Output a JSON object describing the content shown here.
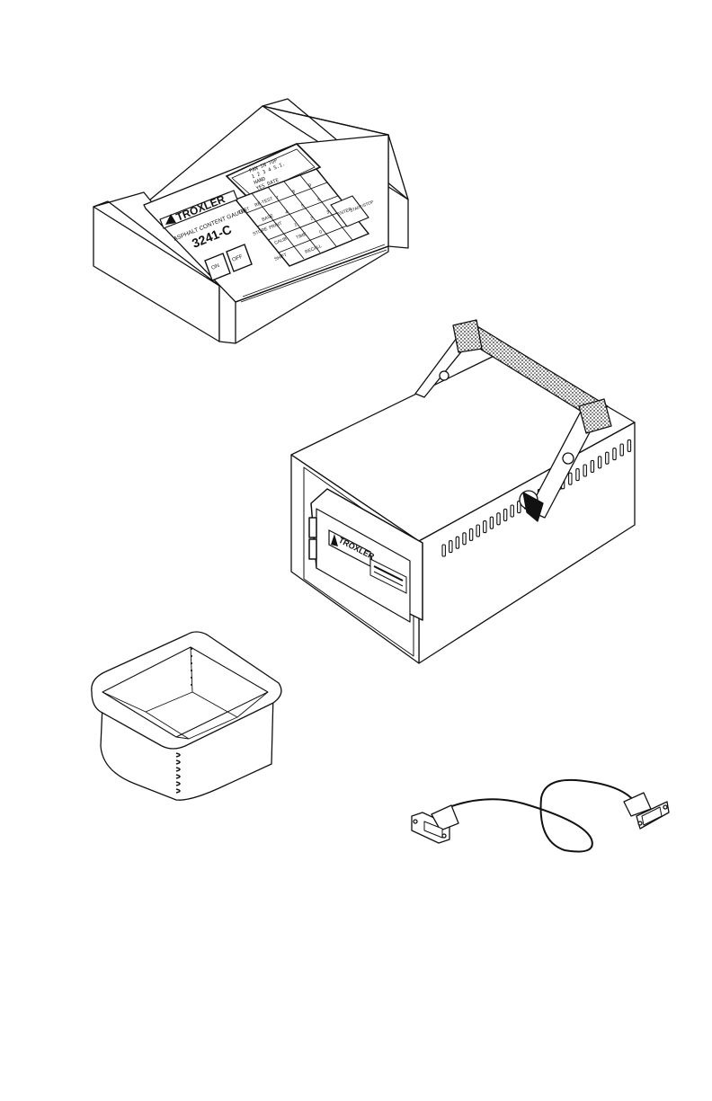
{
  "illustration": {
    "console": {
      "brand": "TROXLER",
      "model_caption": "ASPHALT CONTENT GAUGE",
      "model_number": "3241-C",
      "display_lines": [
        "PAN IN TOP",
        "1 2 3 4   S.I.",
        "HAND",
        "YES DATE"
      ],
      "keys": [
        [
          "TEST",
          "RE-TEST",
          "7",
          "8",
          "9"
        ],
        [
          "",
          "BASE",
          "4",
          "5",
          "6"
        ],
        [
          "STORE",
          "PRINT",
          "1",
          "2",
          "3"
        ],
        [
          "",
          "CALIB",
          "TIME",
          "0",
          "ENTER"
        ],
        [
          "SHIFT",
          "",
          "RECALL",
          "",
          "START/STOP"
        ]
      ],
      "power_on_label": "ON",
      "power_off_label": "OFF"
    },
    "gauge": {
      "brand": "TROXLER"
    }
  }
}
